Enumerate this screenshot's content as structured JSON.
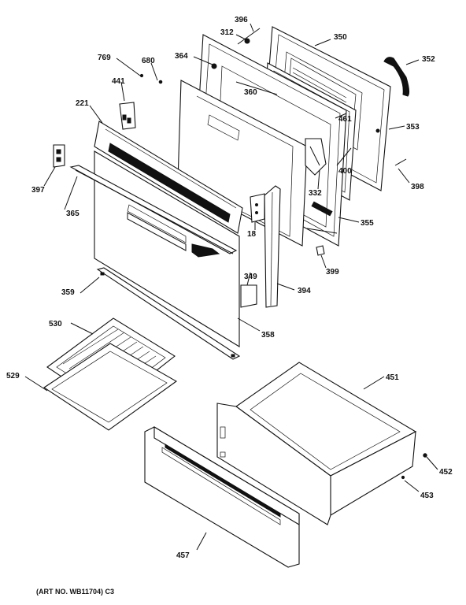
{
  "diagram": {
    "labels": {
      "p396": "396",
      "p312": "312",
      "p350": "350",
      "p352": "352",
      "p769": "769",
      "p680": "680",
      "p364": "364",
      "p360": "360",
      "p441": "441",
      "p461": "461",
      "p221": "221",
      "p353": "353",
      "p397": "397",
      "p400": "400",
      "p398": "398",
      "p332": "332",
      "p365": "365",
      "p18": "18",
      "p355": "355",
      "p349": "349",
      "p399": "399",
      "p359": "359",
      "p394": "394",
      "p530": "530",
      "p358": "358",
      "p529": "529",
      "p451": "451",
      "p452": "452",
      "p453": "453",
      "p457": "457"
    },
    "art_number": "(ART NO. WB11704) C3"
  }
}
